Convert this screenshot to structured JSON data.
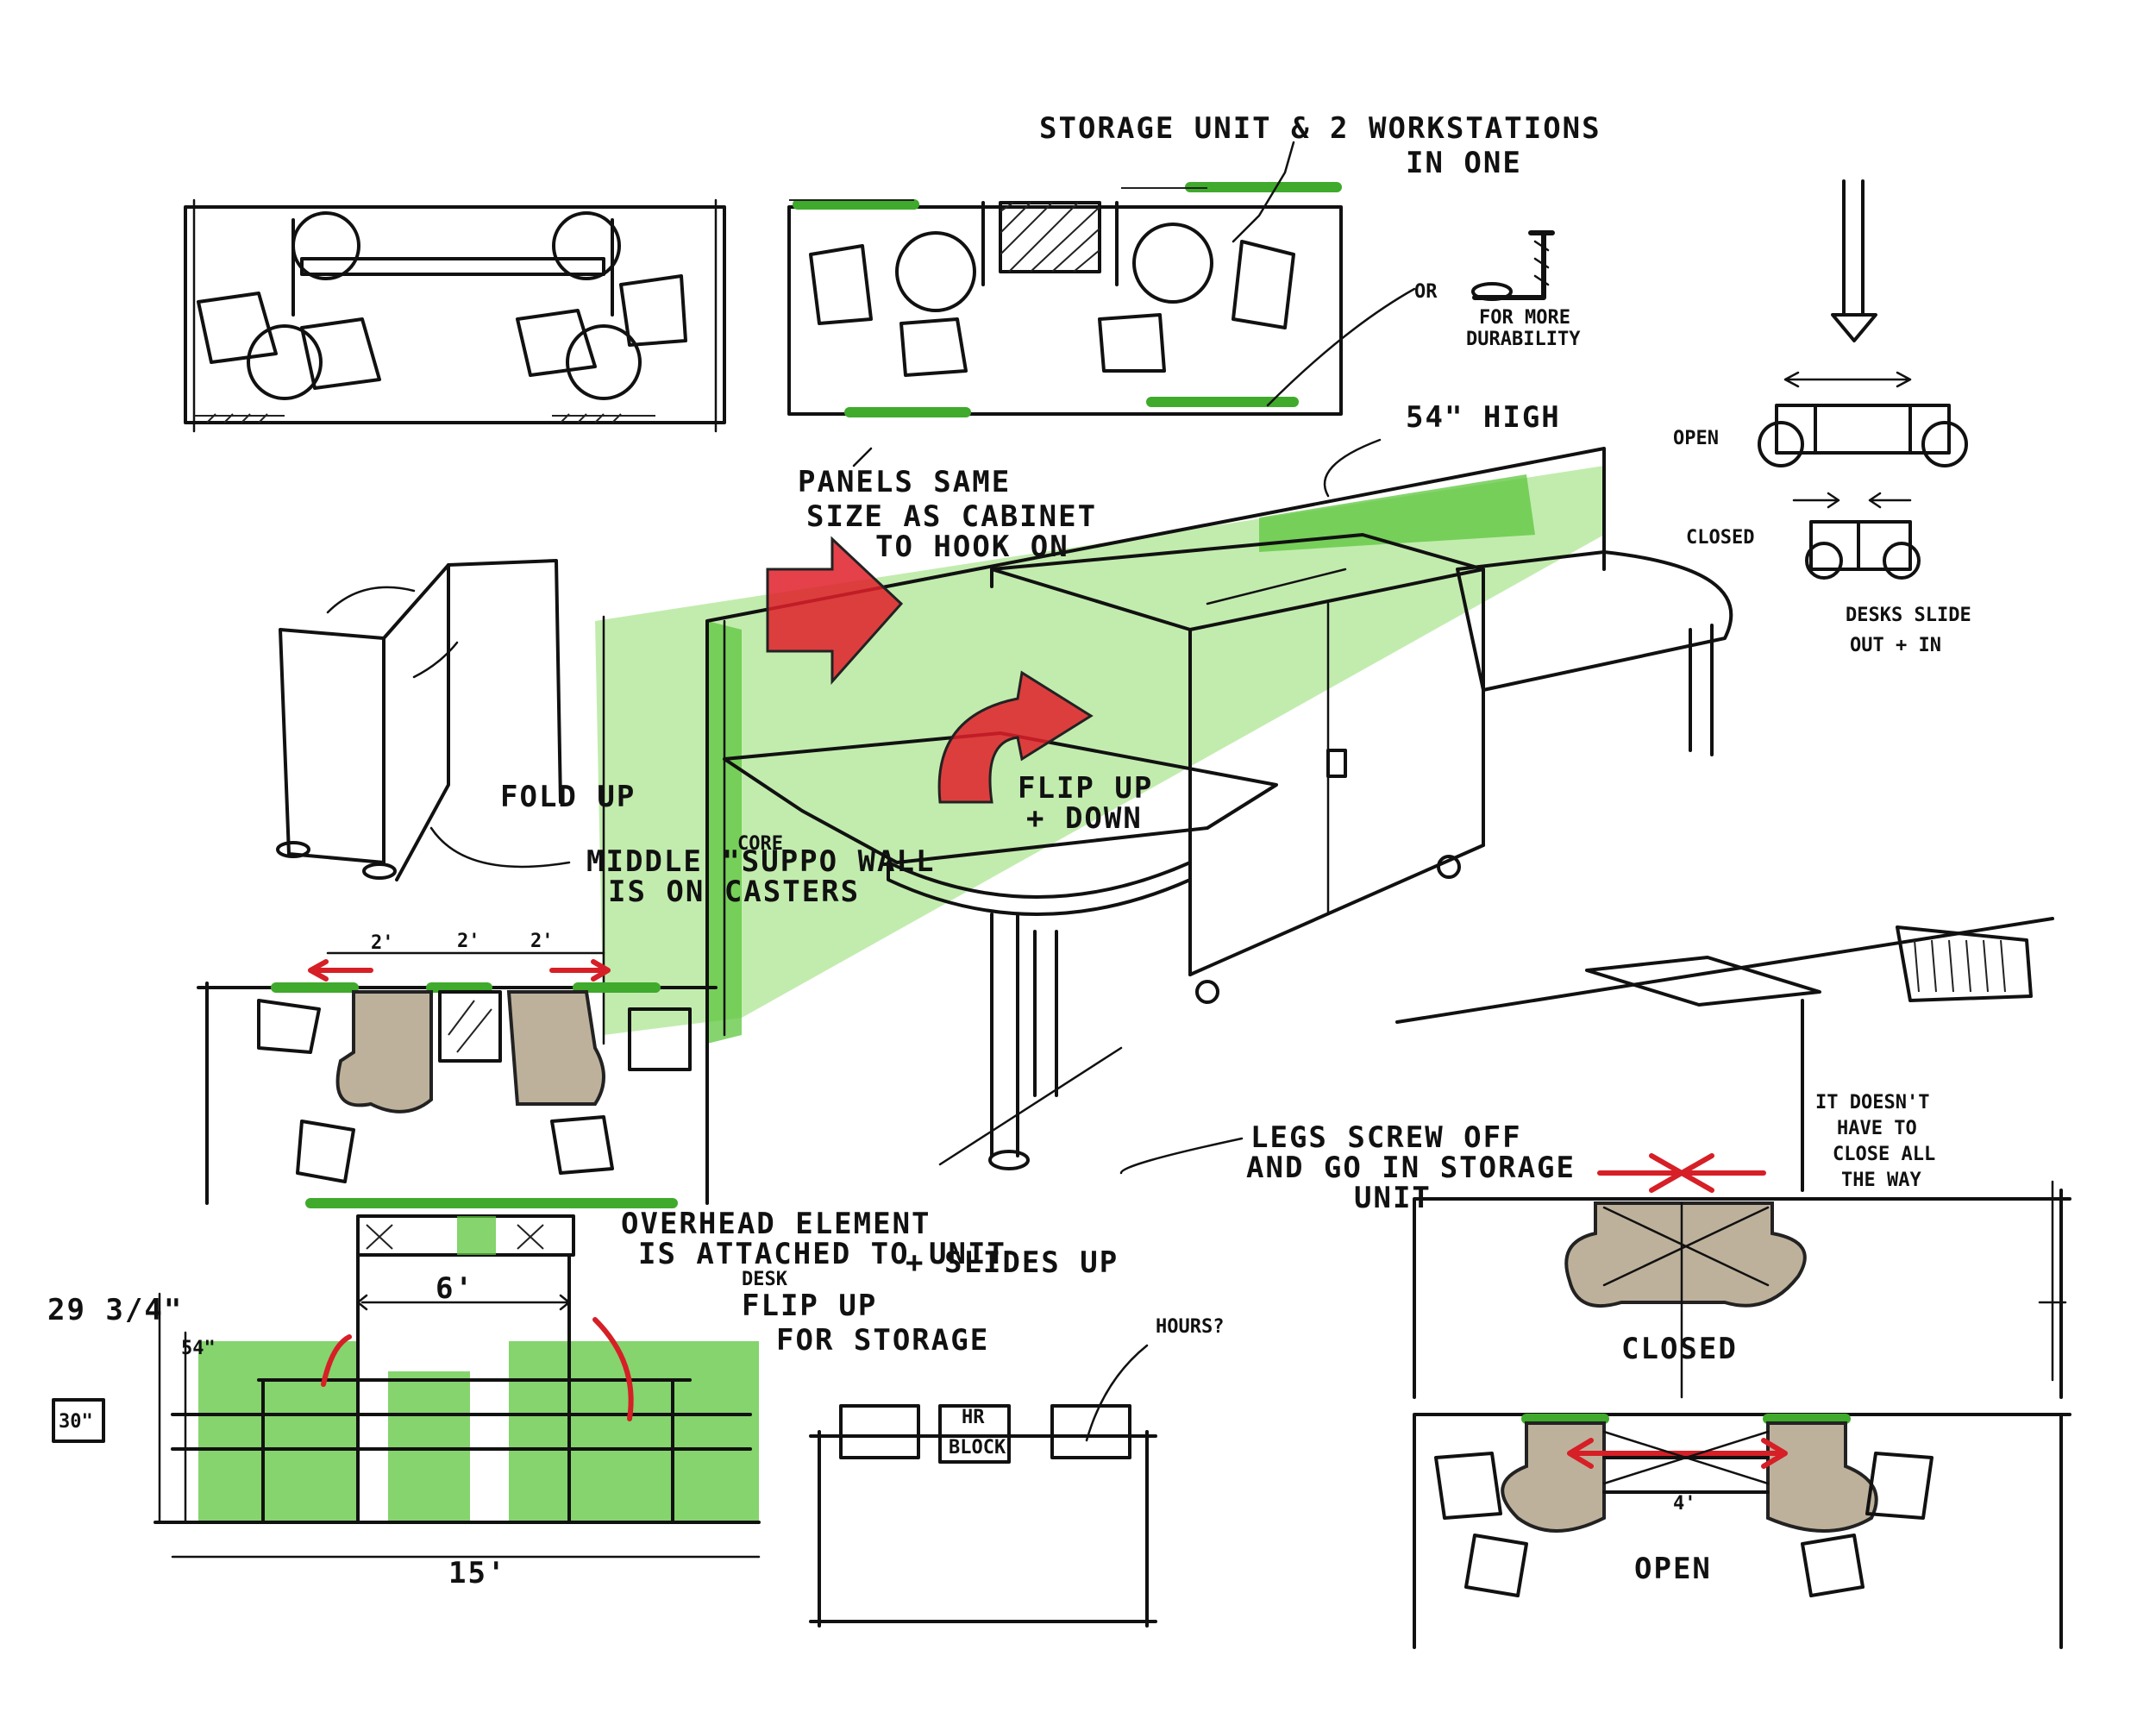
{
  "colors": {
    "ink": "#111111",
    "green": "#5cc53c",
    "tan": "#b3a38a",
    "red": "#e0202a"
  },
  "labels": {
    "storage_title_line1": "STORAGE UNIT & 2 WORKSTATIONS",
    "storage_title_line2": "IN ONE",
    "or_note": "OR",
    "durability_line1": "FOR MORE",
    "durability_line2": "DURABILITY",
    "height_54": "54\" HIGH",
    "open_top": "OPEN",
    "closed_top": "CLOSED",
    "desks_slide_line1": "DESKS SLIDE",
    "desks_slide_line2": "OUT + IN",
    "panels_line1": "PANELS SAME",
    "panels_line2": "SIZE AS CABINET",
    "panels_line3": "TO HOOK ON",
    "fold_up": "FOLD UP",
    "flip_up_line1": "FLIP UP",
    "flip_up_line2": "+ DOWN",
    "core_word": "CORE",
    "middle_line1": "MIDDLE \"SUPPO WALL",
    "middle_line2": "IS ON CASTERS",
    "dim_2a": "2'",
    "dim_2b": "2'",
    "dim_2c": "2'",
    "overhead_line1": "OVERHEAD ELEMENT",
    "overhead_line2": "IS ATTACHED TO UNIT",
    "overhead_line3": "+ SLIDES UP",
    "desk_flip_line1": "DESK",
    "desk_flip_line2": "FLIP UP",
    "desk_flip_line3": "FOR STORAGE",
    "dim_2934": "29 3/4\"",
    "dim_30": "30\"",
    "dim_54": "54\"",
    "dim_6": "6'",
    "dim_15": "15'",
    "hours": "HOURS?",
    "hr_block_line1": "HR",
    "hr_block_line2": "BLOCK",
    "legs_line1": "LEGS SCREW OFF",
    "legs_line2": "AND GO IN STORAGE",
    "legs_line3": "UNIT",
    "doesnt_line1": "IT DOESN'T",
    "doesnt_line2": "HAVE TO",
    "doesnt_line3": "CLOSE ALL",
    "doesnt_line4": "THE WAY",
    "closed_bottom": "CLOSED",
    "open_bottom": "OPEN",
    "dim_4": "4'"
  }
}
